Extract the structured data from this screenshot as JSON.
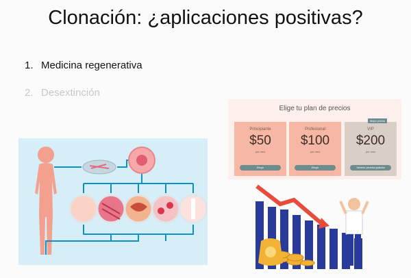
{
  "slide": {
    "title": "Clonación: ¿aplicaciones positivas?",
    "items": [
      {
        "num": "1.",
        "label": "Medicina regenerativa"
      },
      {
        "num": "2.",
        "label": "Desextinción"
      }
    ]
  },
  "pricing": {
    "heading": "Elige tu plan de precios",
    "badge": "Mejor precio",
    "plans": [
      {
        "name": "Principiante",
        "price": "$50",
        "period": "por mes",
        "button": "Elegir",
        "color": "#f6b8a4"
      },
      {
        "name": "Profesional",
        "price": "$100",
        "period": "por mes",
        "button": "Elegir",
        "color": "#f6b8a4"
      },
      {
        "name": "VIP",
        "price": "$200",
        "period": "por mes",
        "button": "Versión prueba gratuita",
        "color": "#d9cfc6"
      }
    ]
  },
  "colors": {
    "accent": "#0f8fc7",
    "body_pink": "#f4a08f",
    "chart_blue": "#283b9a",
    "trend_red": "#e74b3c"
  }
}
